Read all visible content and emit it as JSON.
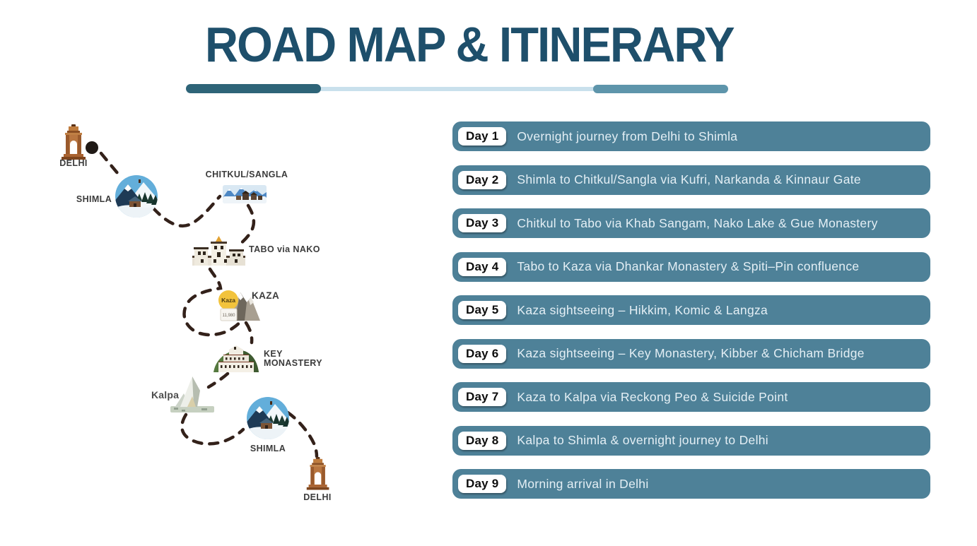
{
  "title": "ROAD MAP & ITINERARY",
  "colors": {
    "title": "#1e4f6b",
    "row_background": "#4e8198",
    "row_text": "#e4eff5",
    "badge_background": "#ffffff",
    "badge_text": "#0d0d0d",
    "underline_dark": "#2e6478",
    "underline_light": "#c9e0ec",
    "underline_medium": "#5e95ab",
    "route_dash": "#33211a"
  },
  "map": {
    "stops": [
      {
        "id": "delhi-start",
        "label": "DELHI",
        "icon": "india-gate-icon"
      },
      {
        "id": "shimla-outbound",
        "label": "SHIMLA",
        "icon": "hill-station-icon"
      },
      {
        "id": "chitkul-sangla",
        "label": "CHITKUL/SANGLA",
        "icon": "valley-village-icon"
      },
      {
        "id": "tabo",
        "label": "TABO via NAKO",
        "icon": "monastery-icon"
      },
      {
        "id": "kaza",
        "label": "KAZA",
        "icon": "milestone-mountain-icon",
        "sign": {
          "name": "Kaza",
          "altitude": "11,980"
        }
      },
      {
        "id": "key-monastery",
        "label_lines": [
          "KEY",
          "MONASTERY"
        ],
        "icon": "hilltop-monastery-icon"
      },
      {
        "id": "kalpa",
        "label": "Kalpa",
        "icon": "snow-peak-icon"
      },
      {
        "id": "shimla-return",
        "label": "SHIMLA",
        "icon": "hill-station-icon"
      },
      {
        "id": "delhi-end",
        "label": "DELHI",
        "icon": "india-gate-icon"
      }
    ]
  },
  "itinerary": {
    "rows": [
      {
        "day": "Day 1",
        "text": "Overnight journey from Delhi to Shimla"
      },
      {
        "day": "Day 2",
        "text": "Shimla to Chitkul/Sangla via Kufri, Narkanda & Kinnaur Gate"
      },
      {
        "day": "Day 3",
        "text": "Chitkul to Tabo via Khab Sangam, Nako Lake & Gue Monastery"
      },
      {
        "day": "Day 4",
        "text": "Tabo to Kaza via Dhankar Monastery & Spiti–Pin confluence"
      },
      {
        "day": "Day 5",
        "text": "Kaza sightseeing – Hikkim, Komic & Langza"
      },
      {
        "day": "Day 6",
        "text": "Kaza sightseeing – Key Monastery, Kibber & Chicham Bridge"
      },
      {
        "day": "Day 7",
        "text": "Kaza to Kalpa via Reckong Peo & Suicide Point"
      },
      {
        "day": "Day 8",
        "text": "Kalpa to Shimla & overnight journey to Delhi"
      },
      {
        "day": "Day 9",
        "text": "Morning arrival in Delhi"
      }
    ]
  }
}
